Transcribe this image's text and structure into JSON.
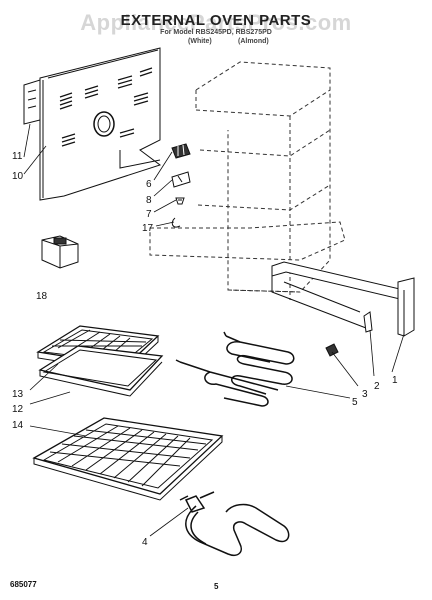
{
  "header": {
    "title": "EXTERNAL OVEN PARTS",
    "models_line": "For Model RBS245PD, RBS275PD",
    "color_white": "(White)",
    "color_almond": "(Almond)"
  },
  "watermark": "AppliancePartsPros.com",
  "callouts": {
    "n1": "1",
    "n2": "2",
    "n3": "3",
    "n4": "4",
    "n5": "5",
    "n6": "6",
    "n7": "7",
    "n8": "8",
    "n10": "10",
    "n11": "11",
    "n12": "12",
    "n13": "13",
    "n14": "14",
    "n17": "17",
    "n18": "18"
  },
  "footer": {
    "part_number": "685077",
    "page_number": "5"
  }
}
